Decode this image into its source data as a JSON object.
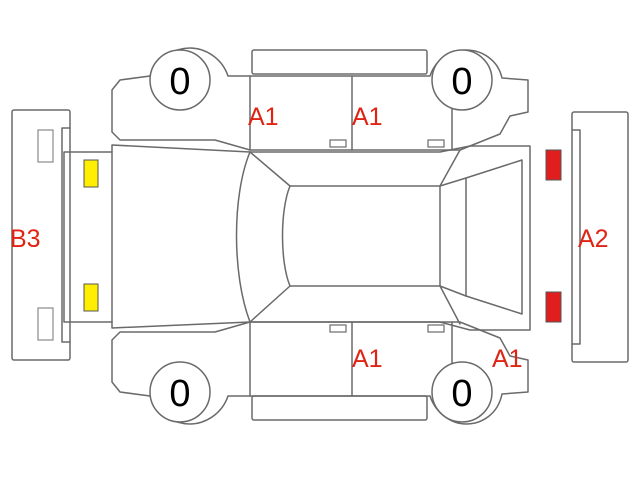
{
  "colors": {
    "outline": "#6a6a6a",
    "damage_label": "#e02414",
    "lamp_front": "#ffee00",
    "lamp_rear": "#e01e1e"
  },
  "tires": {
    "front_left": "0",
    "rear_left": "0",
    "front_right": "0",
    "rear_right": "0"
  },
  "damage": {
    "front_left_door": "A1",
    "rear_left_door": "A1",
    "front_right_door": "A1",
    "rear_right_quarter": "A1",
    "front_bumper": "B3",
    "rear_bumper": "A2"
  }
}
